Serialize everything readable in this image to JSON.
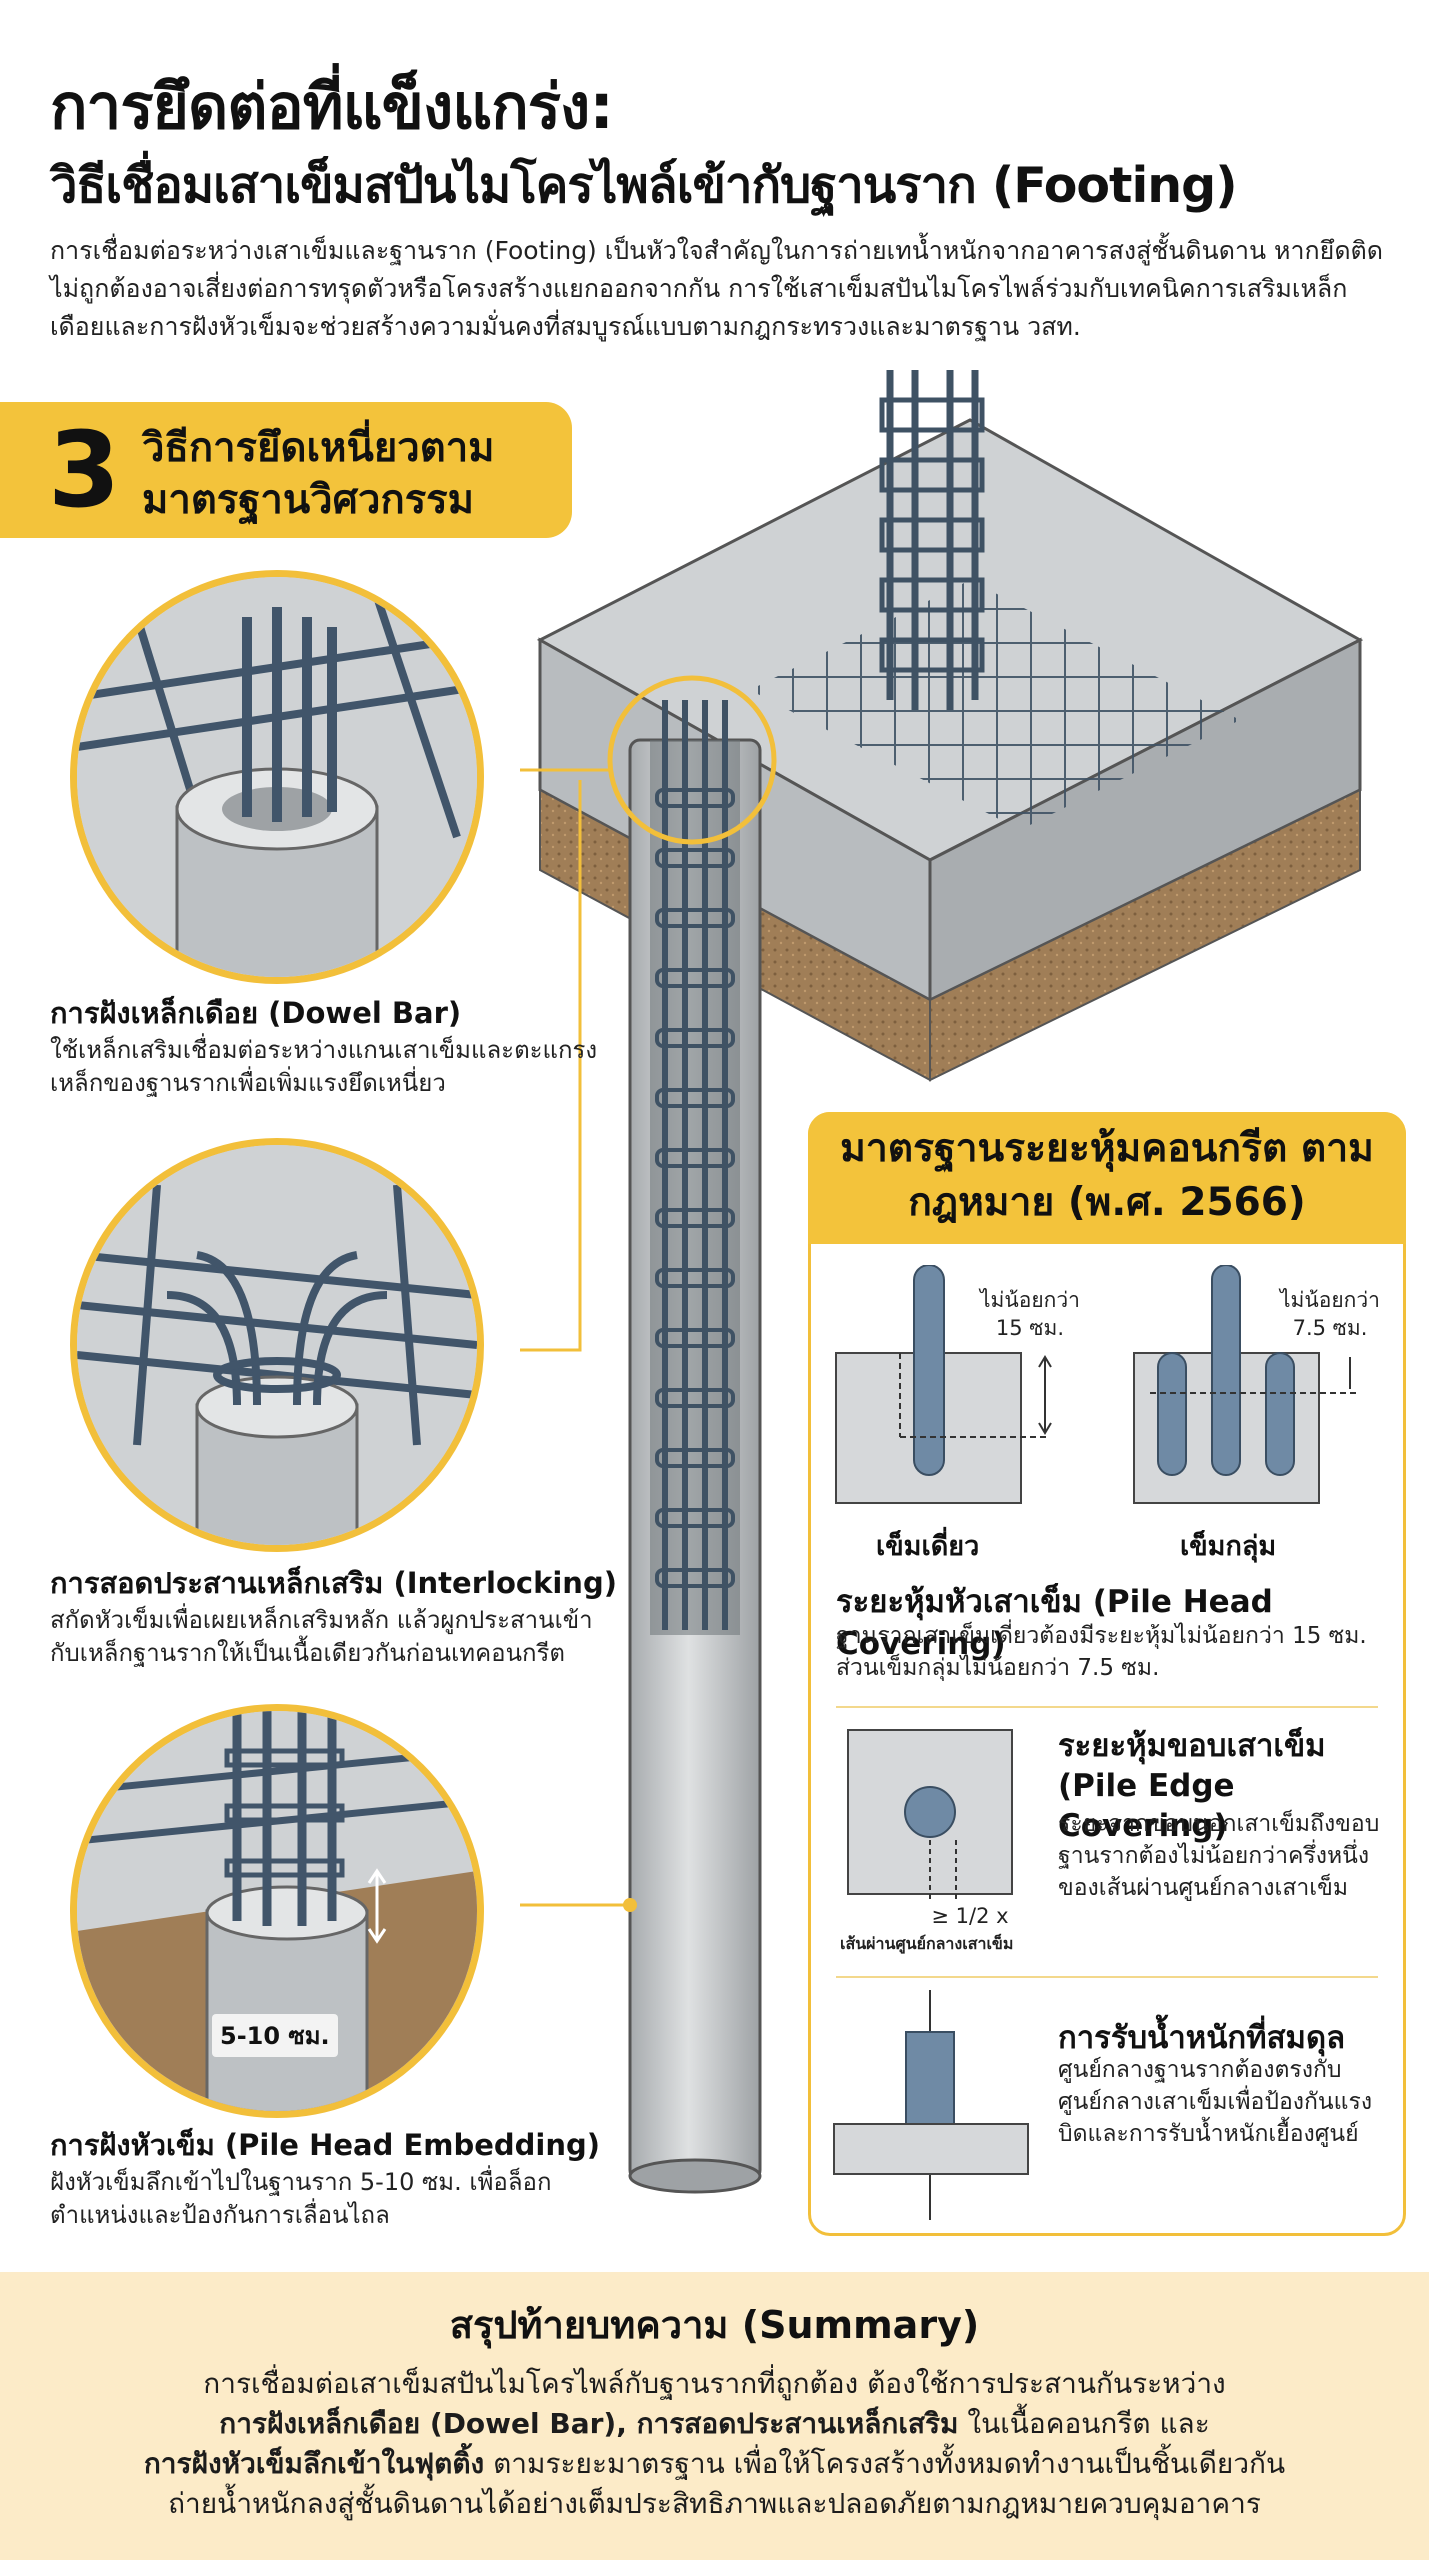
{
  "header": {
    "title_line1": "การยึดต่อที่แข็งแกร่ง:",
    "title_line2": "วิธีเชื่อมเสาเข็มสปันไมโครไพล์เข้ากับฐานราก (Footing)",
    "intro": "การเชื่อมต่อระหว่างเสาเข็มและฐานราก (Footing) เป็นหัวใจสำคัญในการถ่ายเทน้ำหนักจากอาคารสงสู่ชั้นดินดาน หากยึดติดไม่ถูกต้องอาจเสี่ยงต่อการทรุดตัวหรือโครงสร้างแยกออกจากกัน การใช้เสาเข็มสปันไมโครไพล์ร่วมกับเทคนิคการเสริมเหล็กเดือยและการฝังหัวเข็มจะช่วยสร้างความมั่นคงที่สมบูรณ์แบบตามกฎกระทรวงและมาตรฐาน วสท."
  },
  "methods": {
    "number": "3",
    "title": "วิธีการยึดเหนี่ยวตาม มาตรฐานวิศวกรรม",
    "items": [
      {
        "title": "การฝังเหล็กเดือย (Dowel Bar)",
        "desc": "ใช้เหล็กเสริมเชื่อมต่อระหว่างแกนเสาเข็มและตะแกรงเหล็กของฐานรากเพื่อเพิ่มแรงยึดเหนี่ยว"
      },
      {
        "title": "การสอดประสานเหล็กเสริม (Interlocking)",
        "desc": "สกัดหัวเข็มเพื่อเผยเหล็กเสริมหลัก แล้วผูกประสานเข้ากับเหล็กฐานรากให้เป็นเนื้อเดียวกันก่อนเทคอนกรีต"
      },
      {
        "title": "การฝังหัวเข็ม (Pile Head Embedding)",
        "desc": "ฝังหัวเข็มลึกเข้าไปในฐานราก 5-10 ซม. เพื่อล็อกตำแหน่งและป้องกันการเลื่อนไถล",
        "depth_label": "5-10 ซม."
      }
    ]
  },
  "standards": {
    "title": "มาตรฐานระยะหุ้มคอนกรีต ตามกฎหมาย (พ.ศ. 2566)",
    "single_pile": {
      "note_line1": "ไม่น้อยกว่า",
      "note_line2": "15 ซม.",
      "label": "เข็มเดี่ยว"
    },
    "group_pile": {
      "note_line1": "ไม่น้อยกว่า",
      "note_line2": "7.5 ซม.",
      "label": "เข็มกลุ่ม"
    },
    "head_covering": {
      "title": "ระยะหุ้มหัวเสาเข็ม (Pile Head Covering)",
      "desc": "ฐานรากเสาเข็มเดี่ยวต้องมีระยะหุ้มไม่น้อยกว่า 15 ซม. ส่วนเข็มกลุ่มไม่น้อยกว่า 7.5 ซม."
    },
    "edge_covering": {
      "title": "ระยะหุ้มขอบเสาเข็ม (Pile Edge Covering)",
      "desc": "ระยะจากขอบนอกเสาเข็มถึงขอบฐานรากต้องไม่น้อยกว่าครึ่งหนึ่งของเส้นผ่านศูนย์กลางเสาเข็ม",
      "formula": "≥ 1/2 x",
      "formula_caption": "เส้นผ่านศูนย์กลางเสาเข็ม"
    },
    "balanced": {
      "title": "การรับน้ำหนักที่สมดุล",
      "desc": "ศูนย์กลางฐานรากต้องตรงกับศูนย์กลางเสาเข็มเพื่อป้องกันแรงบิดและการรับน้ำหนักเยื้องศูนย์"
    }
  },
  "summary": {
    "title": "สรุปท้ายบทความ (Summary)",
    "line1": "การเชื่อมต่อเสาเข็มสปันไมโครไพล์กับฐานรากที่ถูกต้อง ต้องใช้การประสานกันระหว่าง",
    "line2_bold": "การฝังเหล็กเดือย (Dowel Bar), การสอดประสานเหล็กเสริม",
    "line2_rest": " ในเนื้อคอนกรีต และ",
    "line3_bold": "การฝังหัวเข็มลึกเข้าในฟุตติ้ง",
    "line3_rest": " ตามระยะมาตรฐาน เพื่อให้โครงสร้างทั้งหมดทำงานเป็นชิ้นเดียวกัน",
    "line4": "ถ่ายน้ำหนักลงสู่ชั้นดินดานได้อย่างเต็มประสิทธิภาพและปลอดภัยตามกฎหมายควบคุมอาคาร"
  },
  "colors": {
    "accent": "#f3c33b",
    "concrete": "#c9ccce",
    "steel": "#4a6076",
    "soil": "#9b7a55",
    "summary_bg": "#fcebc8"
  }
}
